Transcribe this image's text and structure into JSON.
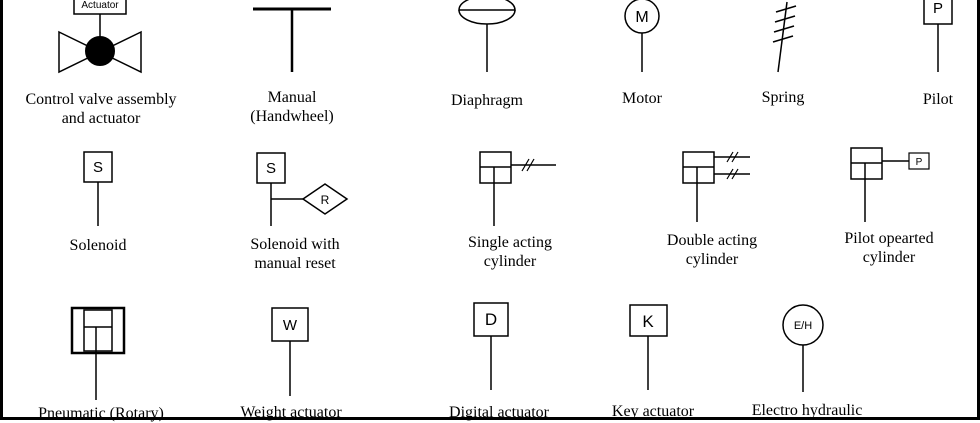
{
  "symbols": {
    "control_valve": {
      "tag": "Actuator",
      "caption": [
        "Control valve assembly",
        "and actuator"
      ]
    },
    "manual": {
      "caption": [
        "Manual",
        "(Handwheel)"
      ]
    },
    "diaphragm": {
      "caption": [
        "Diaphragm"
      ]
    },
    "motor": {
      "letter": "M",
      "caption": [
        "Motor"
      ]
    },
    "spring": {
      "caption": [
        "Spring"
      ]
    },
    "pilot": {
      "letter": "P",
      "caption": [
        "Pilot"
      ]
    },
    "solenoid": {
      "letter": "S",
      "caption": [
        "Solenoid"
      ]
    },
    "solenoid_reset": {
      "letter": "S",
      "reset_letter": "R",
      "caption": [
        "Solenoid with",
        "manual reset"
      ]
    },
    "single_cylinder": {
      "caption": [
        "Single acting",
        "cylinder"
      ]
    },
    "double_cylinder": {
      "caption": [
        "Double acting",
        "cylinder"
      ]
    },
    "pilot_cylinder": {
      "letter": "P",
      "caption": [
        "Pilot opearted",
        "cylinder"
      ]
    },
    "pneumatic_rotary": {
      "caption": [
        "Pneumatic (Rotary)"
      ]
    },
    "weight": {
      "letter": "W",
      "caption": [
        "Weight actuator"
      ]
    },
    "digital": {
      "letter": "D",
      "caption": [
        "Digital actuator"
      ]
    },
    "key": {
      "letter": "K",
      "caption": [
        "Key actuator"
      ]
    },
    "electro_hydraulic": {
      "letter": "E/H",
      "caption": [
        "Electro hydraulic"
      ]
    }
  }
}
